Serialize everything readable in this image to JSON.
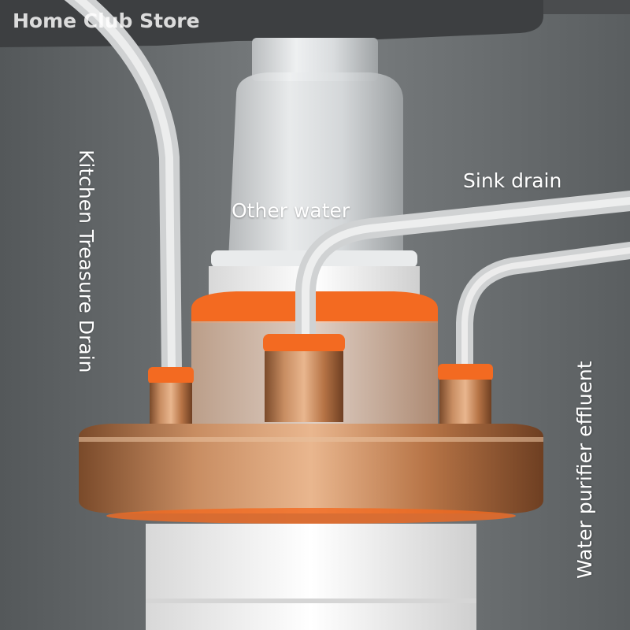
{
  "watermark": "Home Club Store",
  "labels": {
    "kitchen_treasure_drain": "Kitchen Treasure Drain",
    "other_water": "Other water",
    "sink_drain": "Sink drain",
    "water_purifier_effluent": "Water purifier effluent"
  },
  "colors": {
    "background": "#5e6163",
    "cabinet": "#3d3f41",
    "hose": "#e6e8e8",
    "orange_cap": "#f36a21",
    "bronze": "#b8774e",
    "white_pipe": "#f2f2f2"
  }
}
